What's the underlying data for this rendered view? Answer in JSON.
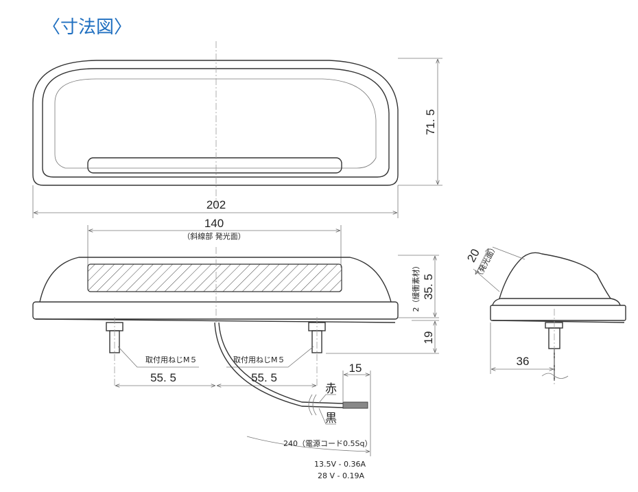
{
  "title": "〈寸法図〉",
  "top_view": {
    "width": "202",
    "height": "71. 5"
  },
  "front_view": {
    "lens_width": "140",
    "lens_note": "（斜線部 発光面）",
    "body_height": "35. 5",
    "cushion": "2（緩衝素材）",
    "bolt_length": "19",
    "bolt_label_left": "取付用ねじM５",
    "bolt_label_right": "取付用ねじM５",
    "pitch_left": "55. 5",
    "pitch_right": "55. 5"
  },
  "wire": {
    "strip": "15",
    "red": "赤",
    "black": "黒",
    "length": "240（電源コード0.5Sq）",
    "rating1": "13.5V - 0.36A",
    "rating2": "28 V - 0.19A"
  },
  "side_view": {
    "lens_depth": "20",
    "lens_note": "（発光面）",
    "offset": "36"
  }
}
